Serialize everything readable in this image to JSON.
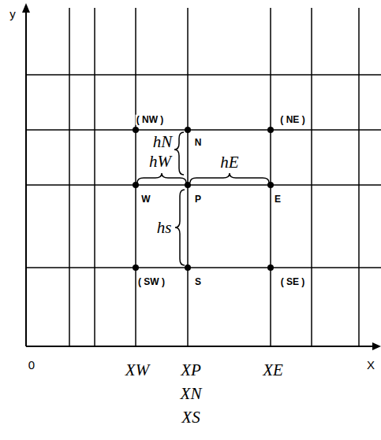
{
  "diagram": {
    "labels": [
      "y",
      "( NW )",
      "N",
      "( NE )",
      "hN",
      "hW",
      "hE",
      "W",
      "P",
      "E",
      "hs",
      "( SW )",
      "S",
      "( SE )",
      "0",
      "XW",
      "XP",
      "XE",
      "X",
      "XN",
      "XS"
    ]
  }
}
